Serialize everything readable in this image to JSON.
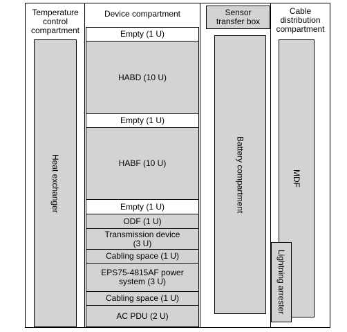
{
  "columns": {
    "temperature": {
      "header": "Temperature\ncontrol\ncompartment",
      "block": "Heat exchanger"
    },
    "device": {
      "header": "Device compartment",
      "slots": [
        {
          "label": "Empty (1 U)",
          "style": "white"
        },
        {
          "label": "HABD (10 U)",
          "style": "gray"
        },
        {
          "label": "Empty (1 U)",
          "style": "white"
        },
        {
          "label": "HABF (10 U)",
          "style": "gray"
        },
        {
          "label": "Empty (1 U)",
          "style": "white"
        },
        {
          "label": "ODF (1 U)",
          "style": "gray"
        },
        {
          "label": "Transmission device\n(3 U)",
          "style": "gray"
        },
        {
          "label": "Cabling space (1 U)",
          "style": "gray"
        },
        {
          "label": "EPS75-4815AF power\nsystem (3 U)",
          "style": "gray"
        },
        {
          "label": "Cabling space (1 U)",
          "style": "gray"
        },
        {
          "label": "AC PDU (2 U)",
          "style": "gray"
        }
      ]
    },
    "sensor": {
      "header": "Sensor\ntransfer box",
      "block": "Battery compartment"
    },
    "cable": {
      "header": "Cable\ndistribution\ncompartment",
      "block": "MDF",
      "side_block": "Lightning arrester"
    }
  }
}
